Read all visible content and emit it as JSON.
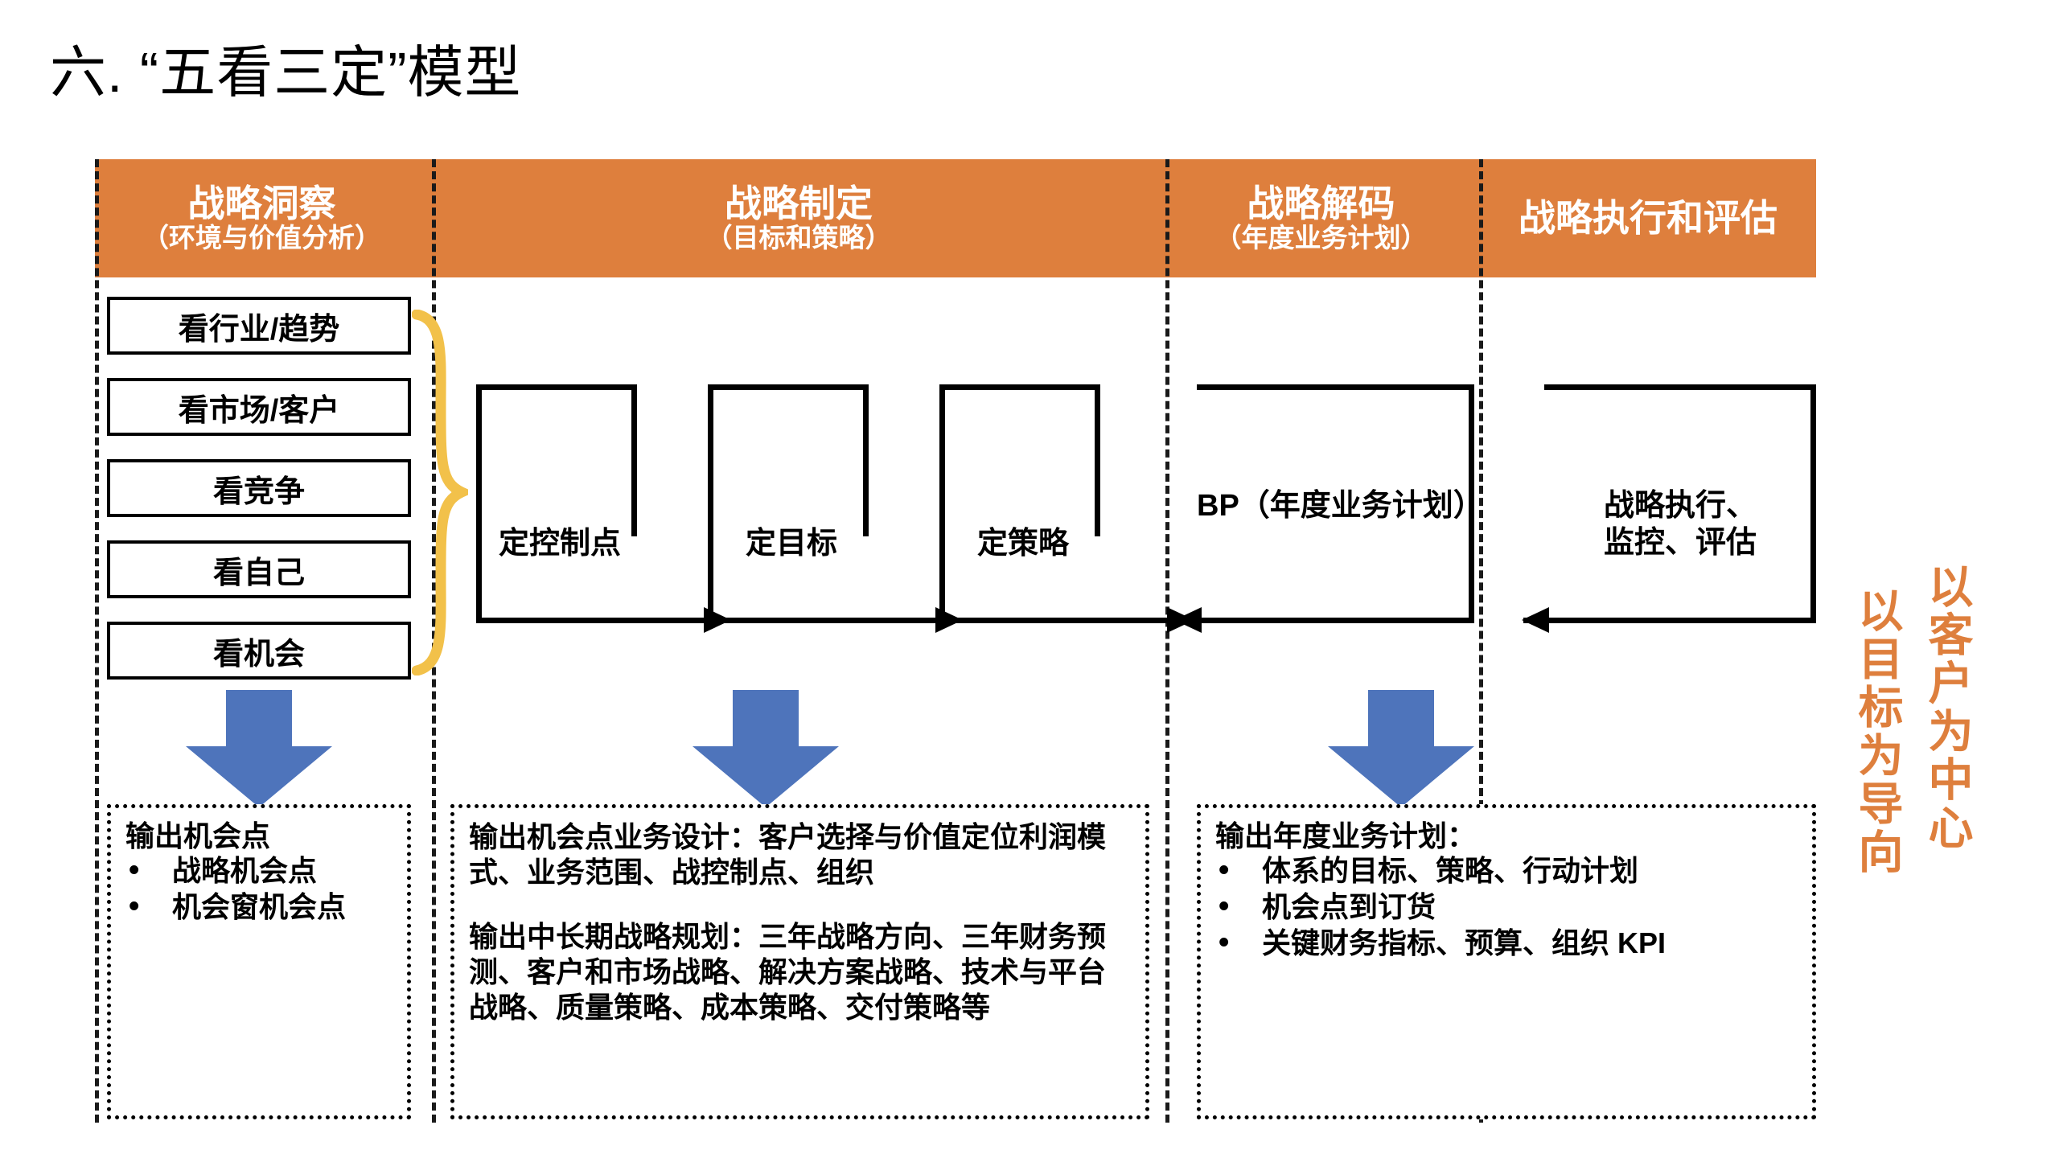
{
  "slide": {
    "title": "六. “五看三定”模型",
    "accent_orange": "#DE7F3D",
    "arrow_blue": "#4E74BB",
    "brace_yellow": "#F2C14A"
  },
  "header": {
    "columns": [
      {
        "main": "战略洞察",
        "sub": "（环境与价值分析）"
      },
      {
        "main": "战略制定",
        "sub": "（目标和策略）"
      },
      {
        "main": "战略解码",
        "sub": "（年度业务计划）"
      },
      {
        "main": "战略执行和评估",
        "sub": ""
      }
    ]
  },
  "insight": {
    "boxes": [
      {
        "label": "看行业/趋势"
      },
      {
        "label": "看市场/客户"
      },
      {
        "label": "看竞争"
      },
      {
        "label": "看自己"
      },
      {
        "label": "看机会"
      }
    ]
  },
  "formulation": {
    "steps": [
      {
        "label": "定控制点"
      },
      {
        "label": "定目标"
      },
      {
        "label": "定策略"
      }
    ]
  },
  "decoding": {
    "box": {
      "label": "BP（年度业务计划）"
    }
  },
  "execution": {
    "box": {
      "line1": "战略执行、",
      "line2": "监控、评估"
    }
  },
  "outputs": {
    "insight": {
      "title": "输出机会点",
      "items": [
        "战略机会点",
        "机会窗机会点"
      ]
    },
    "formulation": {
      "para1": "输出机会点业务设计：客户选择与价值定位利润模式、业务范围、战控制点、组织",
      "para2": "输出中长期战略规划：三年战略方向、三年财务预测、客户和市场战略、解决方案战略、技术与平台战略、质量策略、成本策略、交付策略等"
    },
    "decoding": {
      "title": "输出年度业务计划：",
      "items": [
        "体系的目标、策略、行动计划",
        "机会点到订货",
        "关键财务指标、预算、组织 KPI"
      ]
    }
  },
  "slogans": {
    "customer": "以客户为中心",
    "goal": "以目标为导向"
  }
}
